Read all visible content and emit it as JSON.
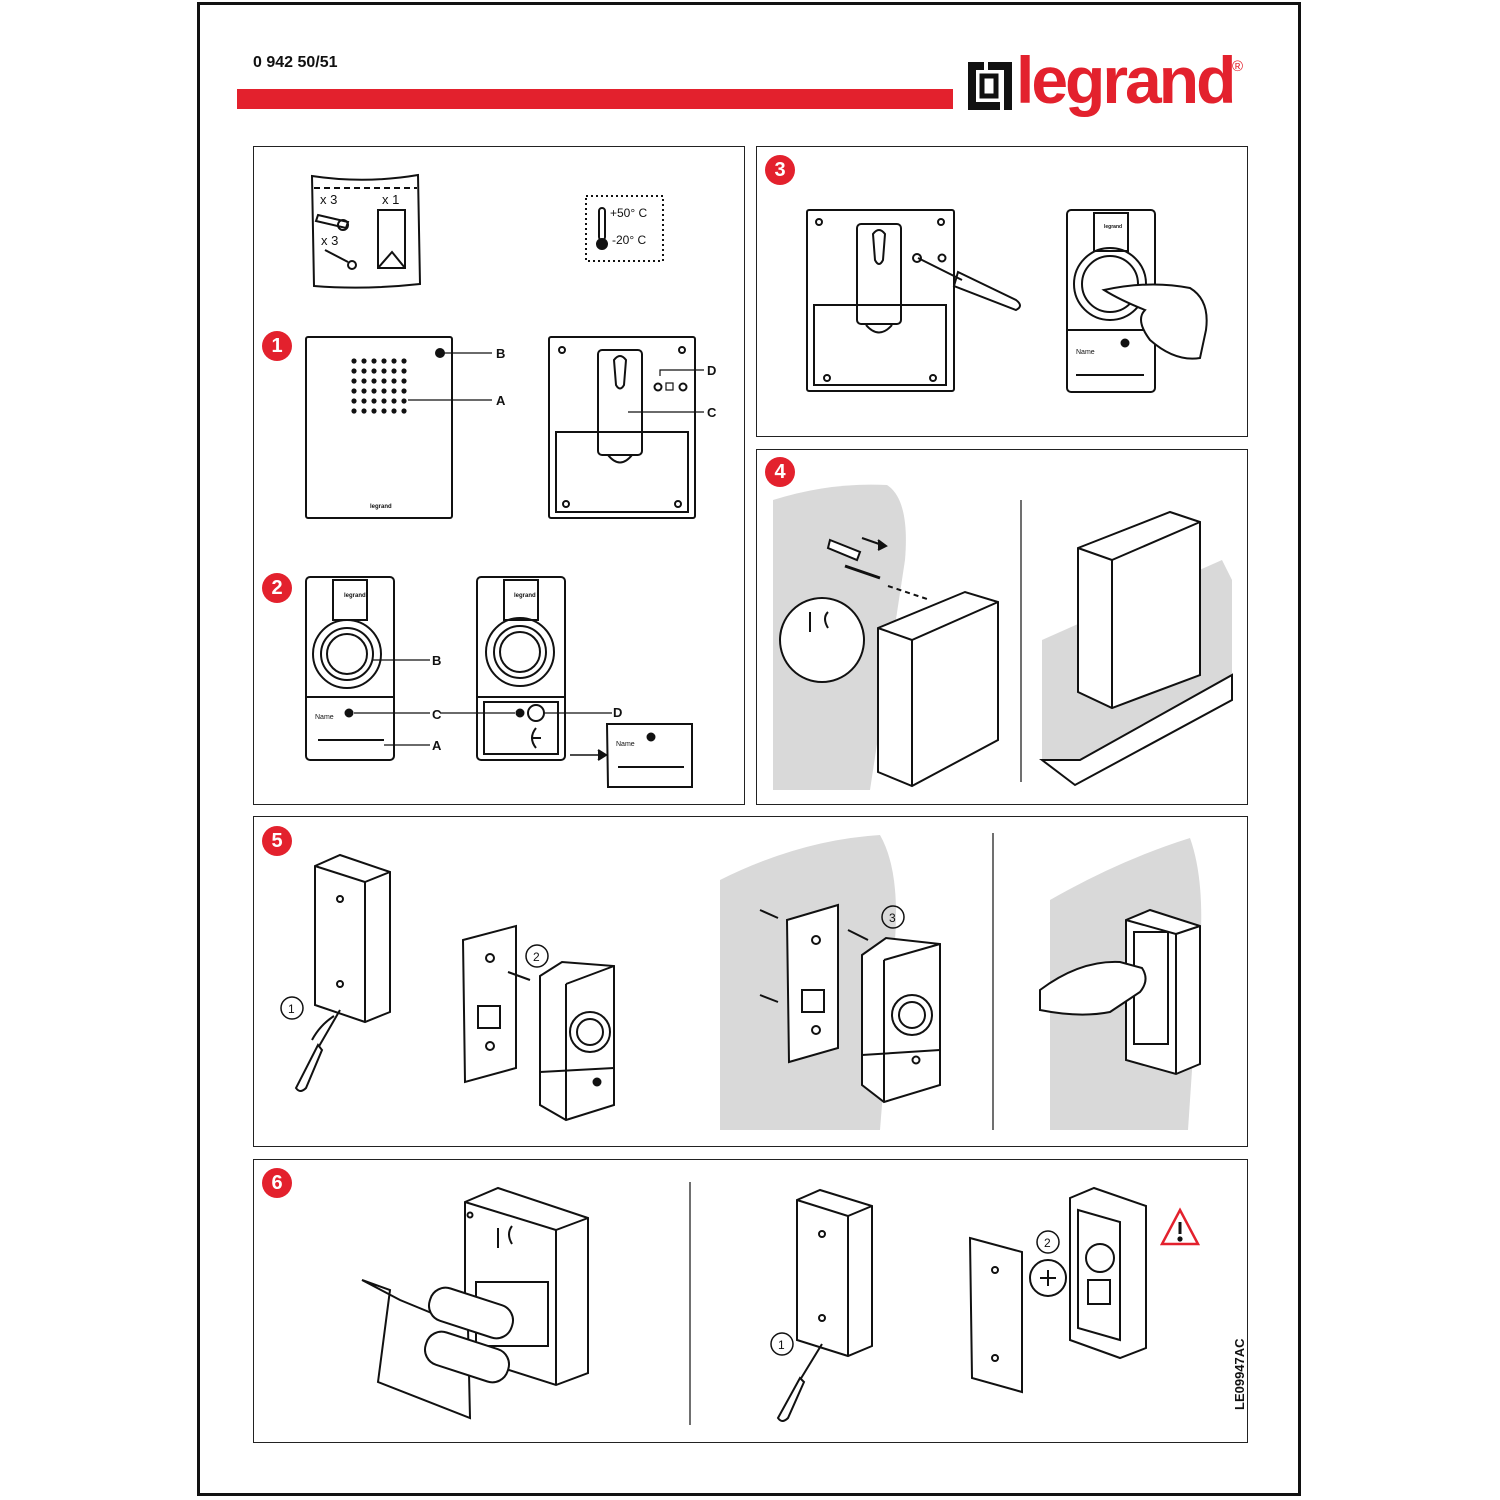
{
  "header": {
    "reference": "0 942 50/51",
    "brand": "legrand",
    "brand_reg": "®"
  },
  "kit": {
    "qty_dowels": "x 3",
    "qty_screws": "x 3",
    "qty_adhesive": "x 1",
    "temp_max": "+50° C",
    "temp_min": "-20° C"
  },
  "steps": [
    "1",
    "2",
    "3",
    "4",
    "5",
    "6"
  ],
  "callouts": {
    "step1": [
      "B",
      "A",
      "D",
      "C"
    ],
    "step2": [
      "B",
      "C",
      "A",
      "D"
    ],
    "step5": [
      "1",
      "2",
      "3"
    ],
    "step6": [
      "1",
      "2"
    ]
  },
  "labels": {
    "name": "Name",
    "device_logo": "legrand"
  },
  "doc_code": "LE09947AC",
  "colors": {
    "accent": "#e3212d",
    "wall": "#d9d9d9"
  }
}
